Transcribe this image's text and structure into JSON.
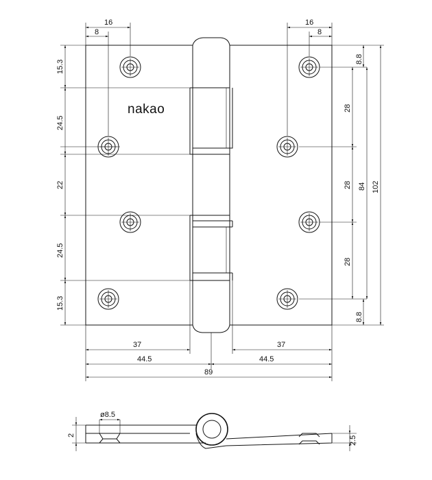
{
  "brand": {
    "logo_text": "nakao"
  },
  "dimensions": {
    "hole_spacing_left": "16",
    "hole_offset_left": "8",
    "hole_spacing_right": "16",
    "hole_offset_right": "8",
    "left_top_margin": "15.3",
    "left_gap_1": "24.5",
    "left_gap_2": "22",
    "left_gap_3": "24.5",
    "left_bottom_margin": "15.3",
    "right_top_margin": "8.8",
    "right_pitch_1": "28",
    "right_pitch_2": "28",
    "right_pitch_3": "28",
    "right_bottom_margin": "8.8",
    "right_hole_span": "84",
    "total_height": "102",
    "leaf_inner_left": "37",
    "leaf_inner_right": "37",
    "half_width_left": "44.5",
    "half_width_right": "44.5",
    "total_width": "89",
    "pin_diameter": "ø8.5",
    "leaf_thickness": "2",
    "total_thickness": "2.5"
  }
}
